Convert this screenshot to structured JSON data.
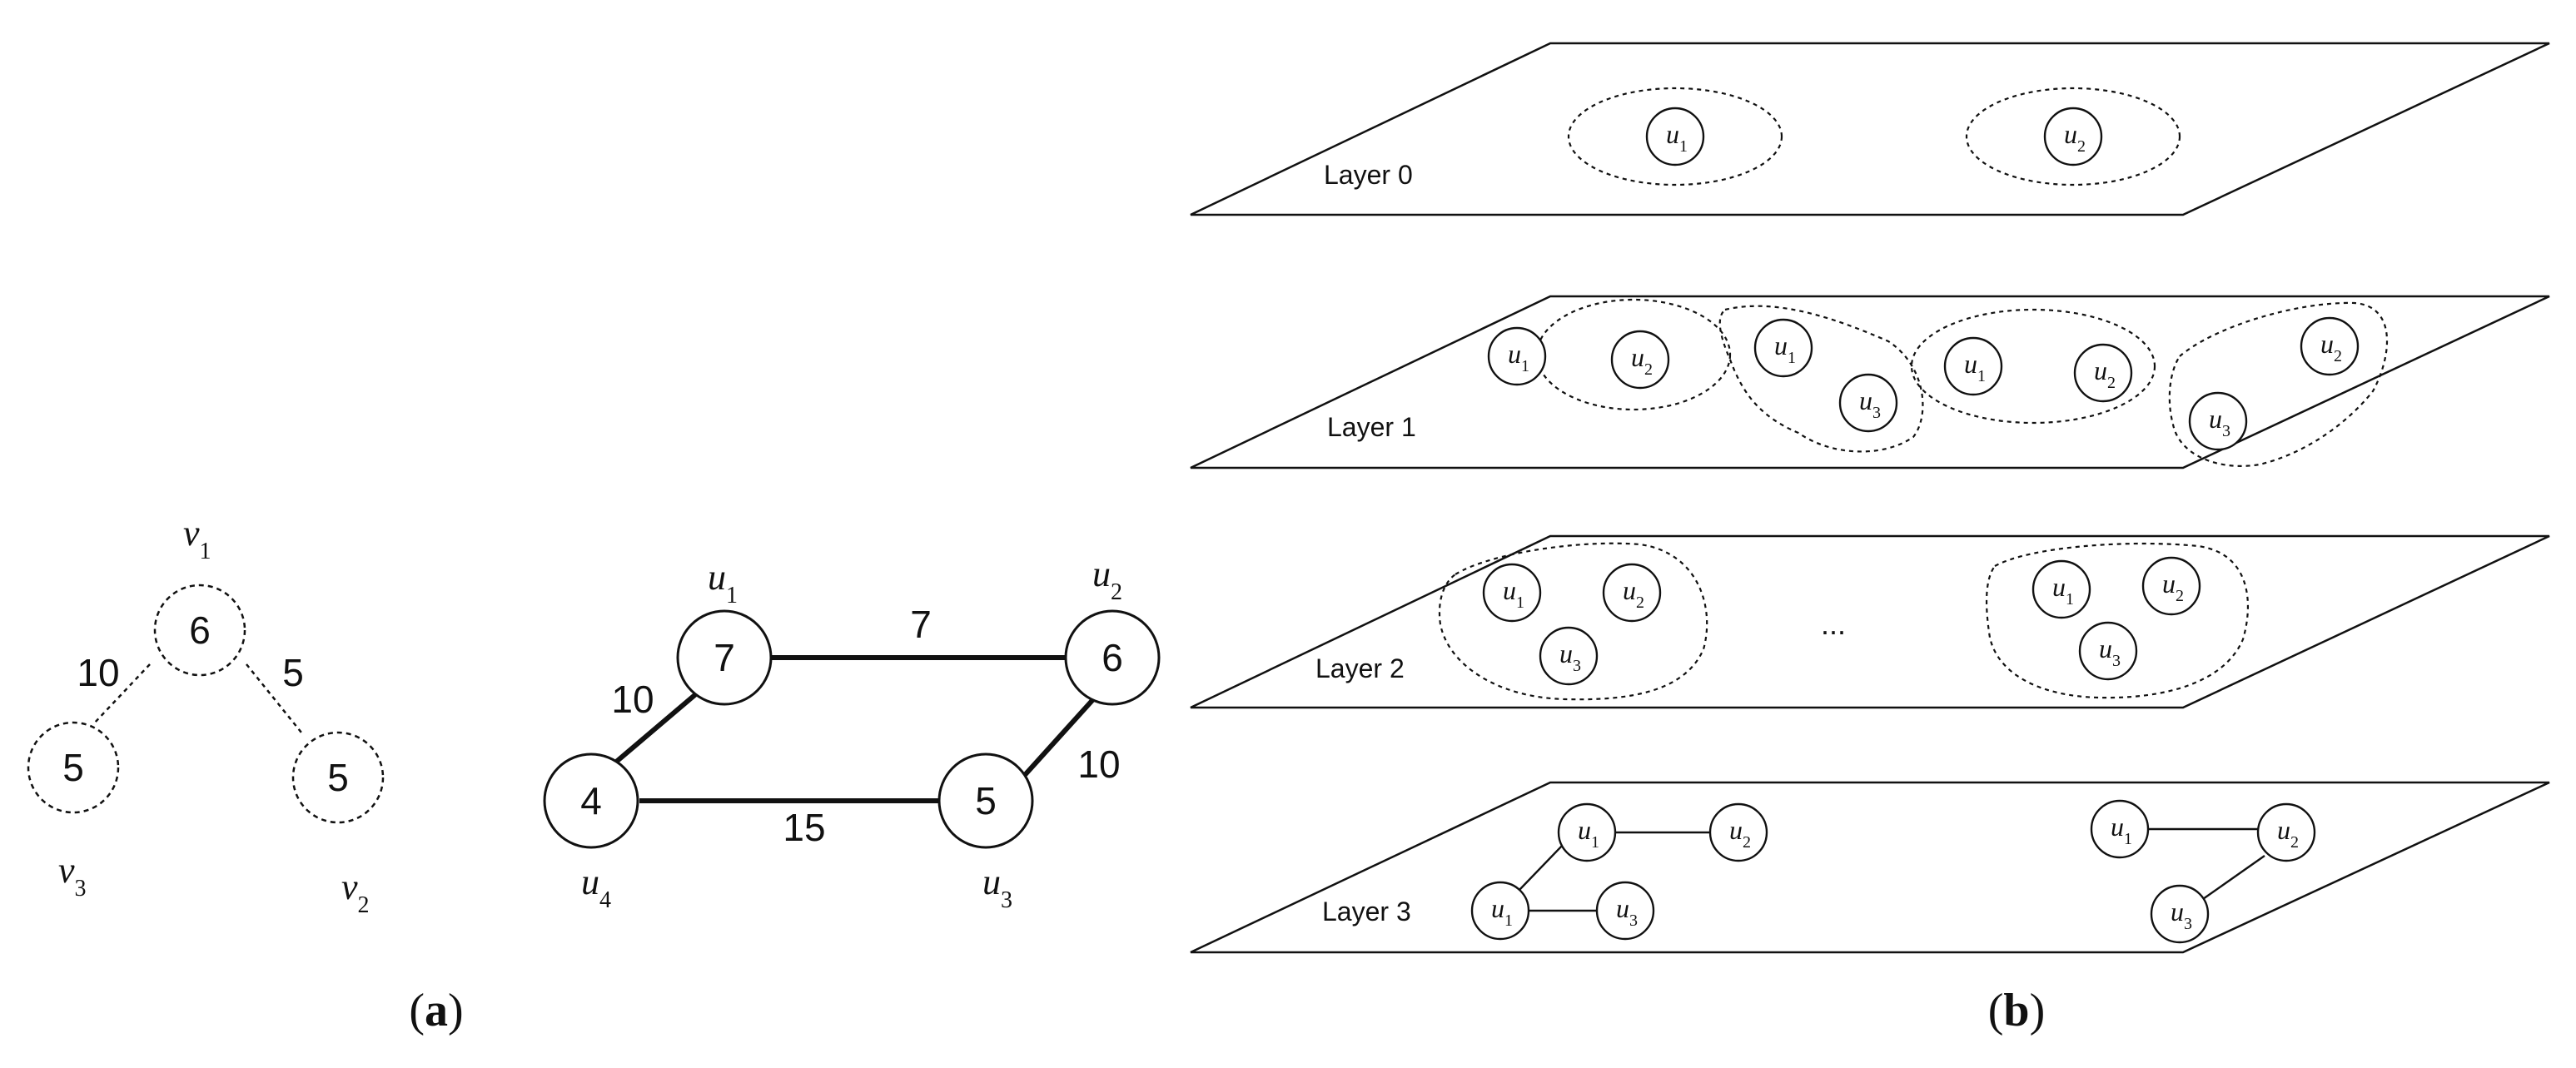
{
  "panel_a": {
    "caption": "a",
    "query_graph": {
      "nodes": [
        {
          "name": "v",
          "sub": "1",
          "value": "6"
        },
        {
          "name": "v",
          "sub": "2",
          "value": "5"
        },
        {
          "name": "v",
          "sub": "3",
          "value": "5"
        }
      ],
      "edges": [
        {
          "from": 0,
          "to": 2,
          "weight": "10"
        },
        {
          "from": 0,
          "to": 1,
          "weight": "5"
        }
      ]
    },
    "data_graph": {
      "nodes": [
        {
          "name": "u",
          "sub": "1",
          "value": "7"
        },
        {
          "name": "u",
          "sub": "2",
          "value": "6"
        },
        {
          "name": "u",
          "sub": "3",
          "value": "5"
        },
        {
          "name": "u",
          "sub": "4",
          "value": "4"
        }
      ],
      "edges": [
        {
          "from": 0,
          "to": 1,
          "weight": "7"
        },
        {
          "from": 0,
          "to": 3,
          "weight": "10"
        },
        {
          "from": 1,
          "to": 2,
          "weight": "10"
        },
        {
          "from": 3,
          "to": 2,
          "weight": "15"
        }
      ]
    }
  },
  "panel_b": {
    "caption": "b",
    "layers": [
      {
        "label": "Layer 0"
      },
      {
        "label": "Layer 1"
      },
      {
        "label": "Layer 2",
        "ellipsis": "..."
      },
      {
        "label": "Layer 3"
      }
    ],
    "node_letter": "u",
    "subs": {
      "s1": "1",
      "s2": "2",
      "s3": "3"
    }
  }
}
